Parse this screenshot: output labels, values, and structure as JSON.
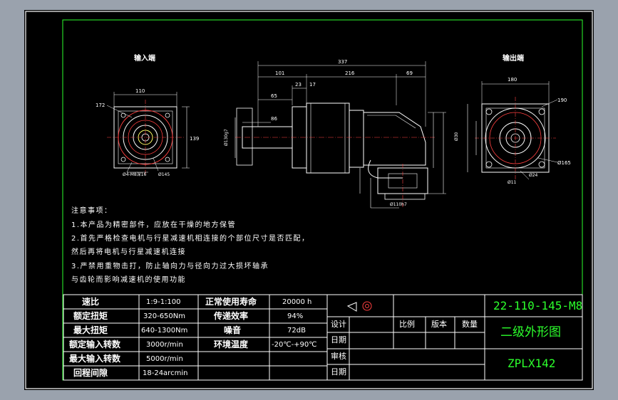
{
  "views": {
    "input_end_title": "输入端",
    "output_end_title": "输出端"
  },
  "notes": {
    "header": "注意事项：",
    "lines": [
      "1.本产品为精密部件，应放在干燥的地方保管",
      "2.首先严格检查电机与行星减速机相连接的个部位尺寸是否匹配，",
      "然后再将电机与行星减速机连接",
      "3.严禁用重物击打，防止轴向力与径向力过大损坏轴承",
      "与齿轮而影响减速机的使用功能"
    ]
  },
  "specs": [
    {
      "label": "速比",
      "value": "1:9-1:100"
    },
    {
      "label": "额定扭矩",
      "value": "320-650Nm"
    },
    {
      "label": "最大扭矩",
      "value": "640-1300Nm"
    },
    {
      "label": "额定输入转数",
      "value": "3000r/min"
    },
    {
      "label": "最大输入转数",
      "value": "5000r/min"
    },
    {
      "label": "回程间隙",
      "value": "18-24arcmin"
    }
  ],
  "specs2": [
    {
      "label": "正常使用寿命",
      "value": "20000 h"
    },
    {
      "label": "传递效率",
      "value": "94%"
    },
    {
      "label": "噪音",
      "value": "72dB"
    },
    {
      "label": "环境温度",
      "value": "-20℃-+90℃"
    }
  ],
  "titleblock": {
    "drawing_no": "22-110-145-M8",
    "name": "二级外形图",
    "model": "ZPLX142",
    "design": "设计",
    "date1": "日期",
    "review": "审核",
    "date2": "日期",
    "scale": "比例",
    "version": "版本",
    "qty": "数量"
  },
  "dims": {
    "d1": "337",
    "d2": "101",
    "d3": "216",
    "d4": "69",
    "d5": "65",
    "d6": "23",
    "d7": "17",
    "d8": "86",
    "d9": "110",
    "d10": "139",
    "d11": "172",
    "d12": "Ø4-M8深16",
    "d13": "Ø145",
    "d14": "180",
    "d15": "190",
    "d16": "Ø165",
    "d17": "Ø11",
    "d18": "Ø24",
    "d19": "Ø30",
    "d20": "Ø130g7",
    "d21": "Ø110h7"
  },
  "colors": {
    "background": "#000000",
    "frame": "#ffffff",
    "border_green": "#2cff2c",
    "part_lines": "#ffffff",
    "center_lines": "#ff4040",
    "dimension": "#ffffff"
  }
}
